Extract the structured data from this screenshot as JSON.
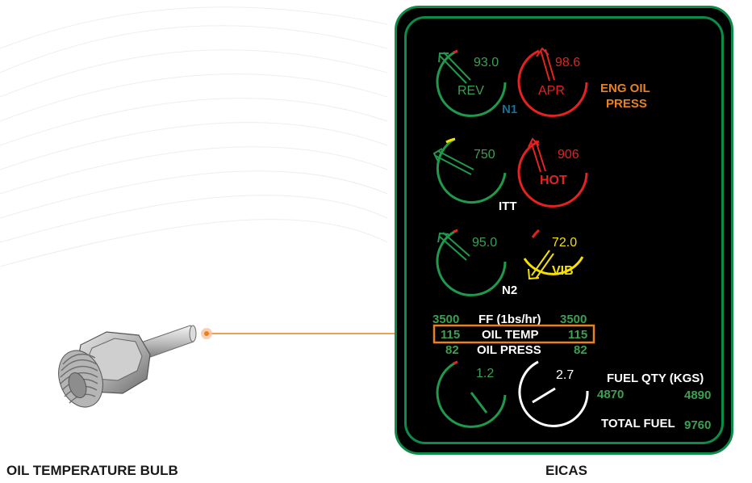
{
  "labels": {
    "bulb": "OIL TEMPERATURE BULB",
    "eicas": "EICAS"
  },
  "n1": {
    "left_value": "93.0",
    "left_mode": "REV",
    "right_value": "98.6",
    "right_mode": "APR",
    "title": "N1",
    "caution": "ENG OIL",
    "caution2": "PRESS"
  },
  "itt": {
    "left_value": "750",
    "right_value": "906",
    "right_status": "HOT",
    "title": "ITT"
  },
  "n2": {
    "left_value": "95.0",
    "right_value": "72.0",
    "right_status": "VIB",
    "title": "N2"
  },
  "ff": {
    "left": "3500",
    "label": "FF (1bs/hr)",
    "right": "3500"
  },
  "oil_temp": {
    "left": "115",
    "label": "OIL TEMP",
    "right": "115"
  },
  "oil_press": {
    "left": "82",
    "label": "OIL PRESS",
    "right": "82"
  },
  "hyd": {
    "left_value": "1.2",
    "right_value": "2.7"
  },
  "fuel": {
    "title": "FUEL QTY (KGS)",
    "left": "4870",
    "right": "4890",
    "total_label": "TOTAL FUEL",
    "total": "9760"
  },
  "colors": {
    "green": "#1f9a4c",
    "green_text": "#3aa052",
    "red": "#e52220",
    "yellow": "#f5e000",
    "orange": "#e8821e",
    "teal": "#1b6f93",
    "white": "#ffffff",
    "frame": "#0b8c48"
  }
}
